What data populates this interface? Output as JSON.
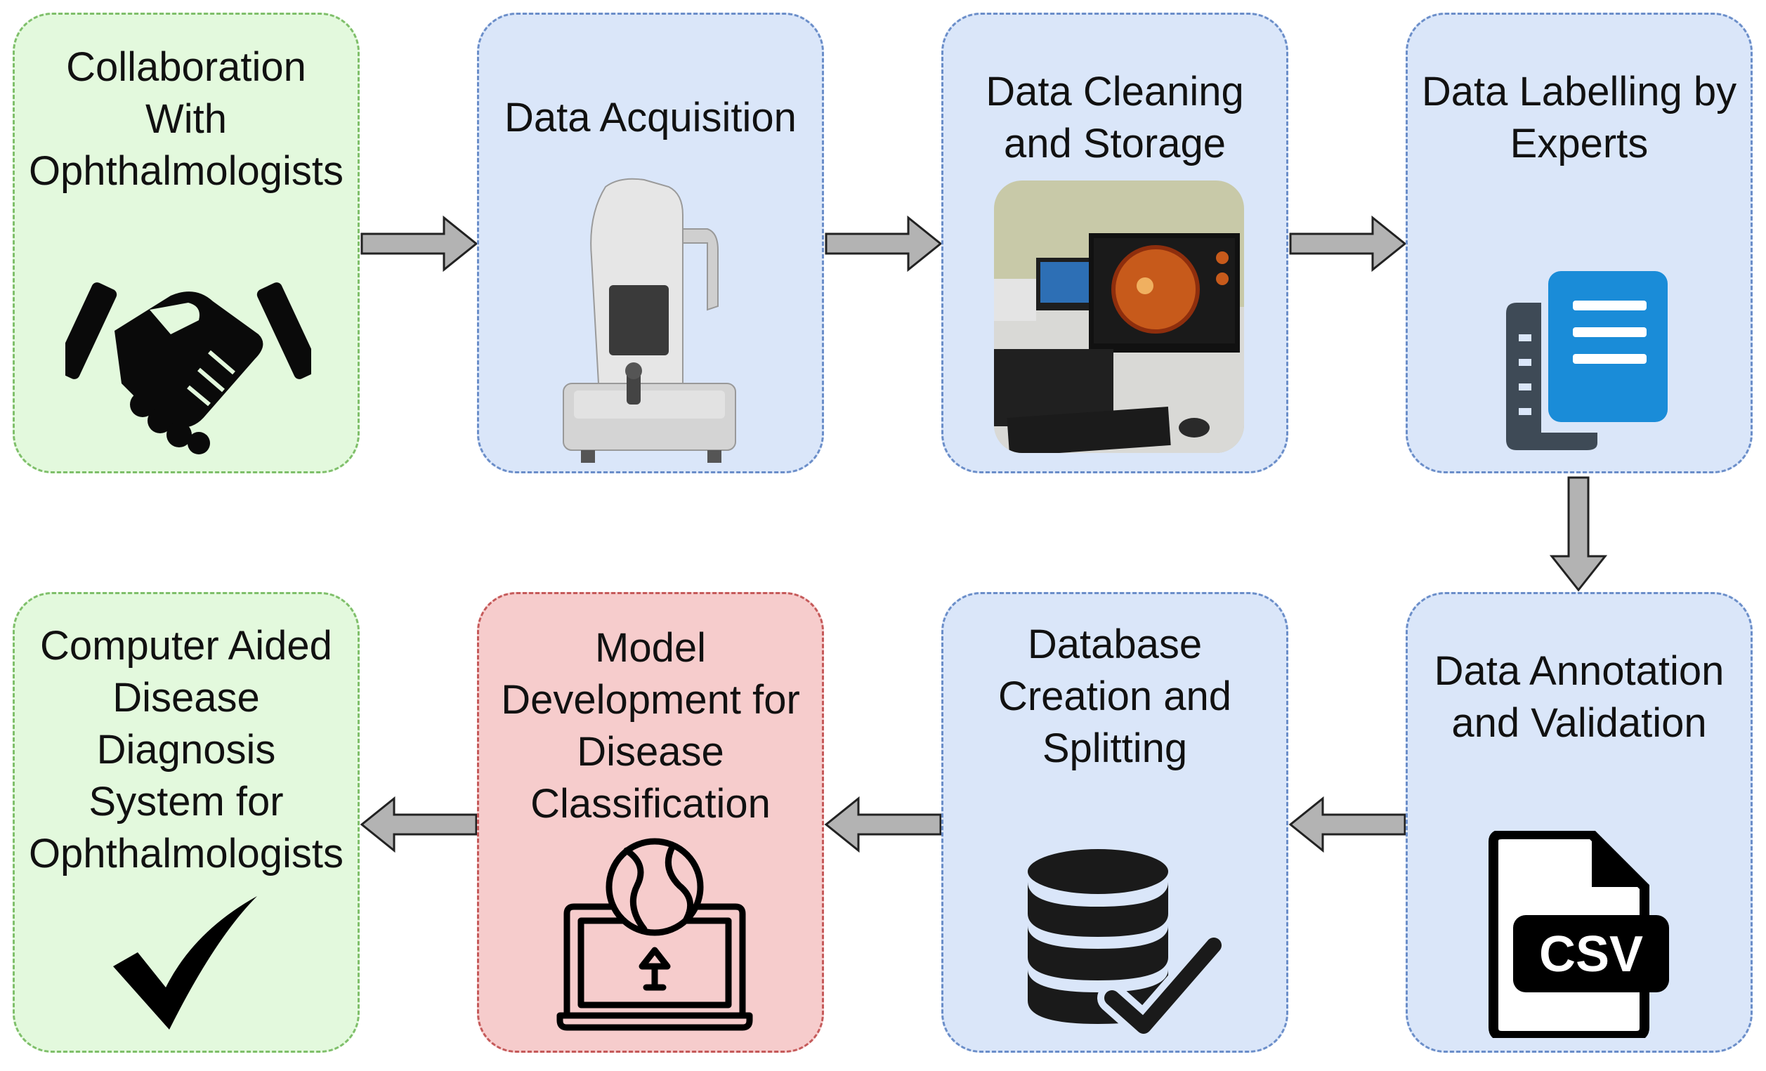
{
  "steps": [
    {
      "label_lines": [
        "Collaboration",
        "With",
        "Ophthalmologists"
      ],
      "color": "#e3f9dd",
      "icon": "handshake-icon"
    },
    {
      "label_lines": [
        "Data Acquisition"
      ],
      "color": "#dae6f9",
      "icon": "fundus-camera-icon"
    },
    {
      "label_lines": [
        "Data Cleaning",
        "and Storage"
      ],
      "color": "#dae6f9",
      "icon": "workstation-icon"
    },
    {
      "label_lines": [
        "Data Labelling by",
        "Experts"
      ],
      "color": "#dae6f9",
      "icon": "documents-icon"
    },
    {
      "label_lines": [
        "Data Annotation",
        "and Validation"
      ],
      "color": "#dae6f9",
      "icon": "csv-file-icon",
      "icon_text": "CSV"
    },
    {
      "label_lines": [
        "Database",
        "Creation and",
        "Splitting"
      ],
      "color": "#dae6f9",
      "icon": "database-check-icon"
    },
    {
      "label_lines": [
        "Model",
        "Development for",
        "Disease",
        "Classification"
      ],
      "color": "#f6cccc",
      "icon": "laptop-globe-upload-icon"
    },
    {
      "label_lines": [
        "Computer Aided",
        "Disease",
        "Diagnosis",
        "System for",
        "Ophthalmologists"
      ],
      "color": "#e3f9dd",
      "icon": "checkmark-icon"
    }
  ],
  "arrow_color": "#b3b3b3"
}
